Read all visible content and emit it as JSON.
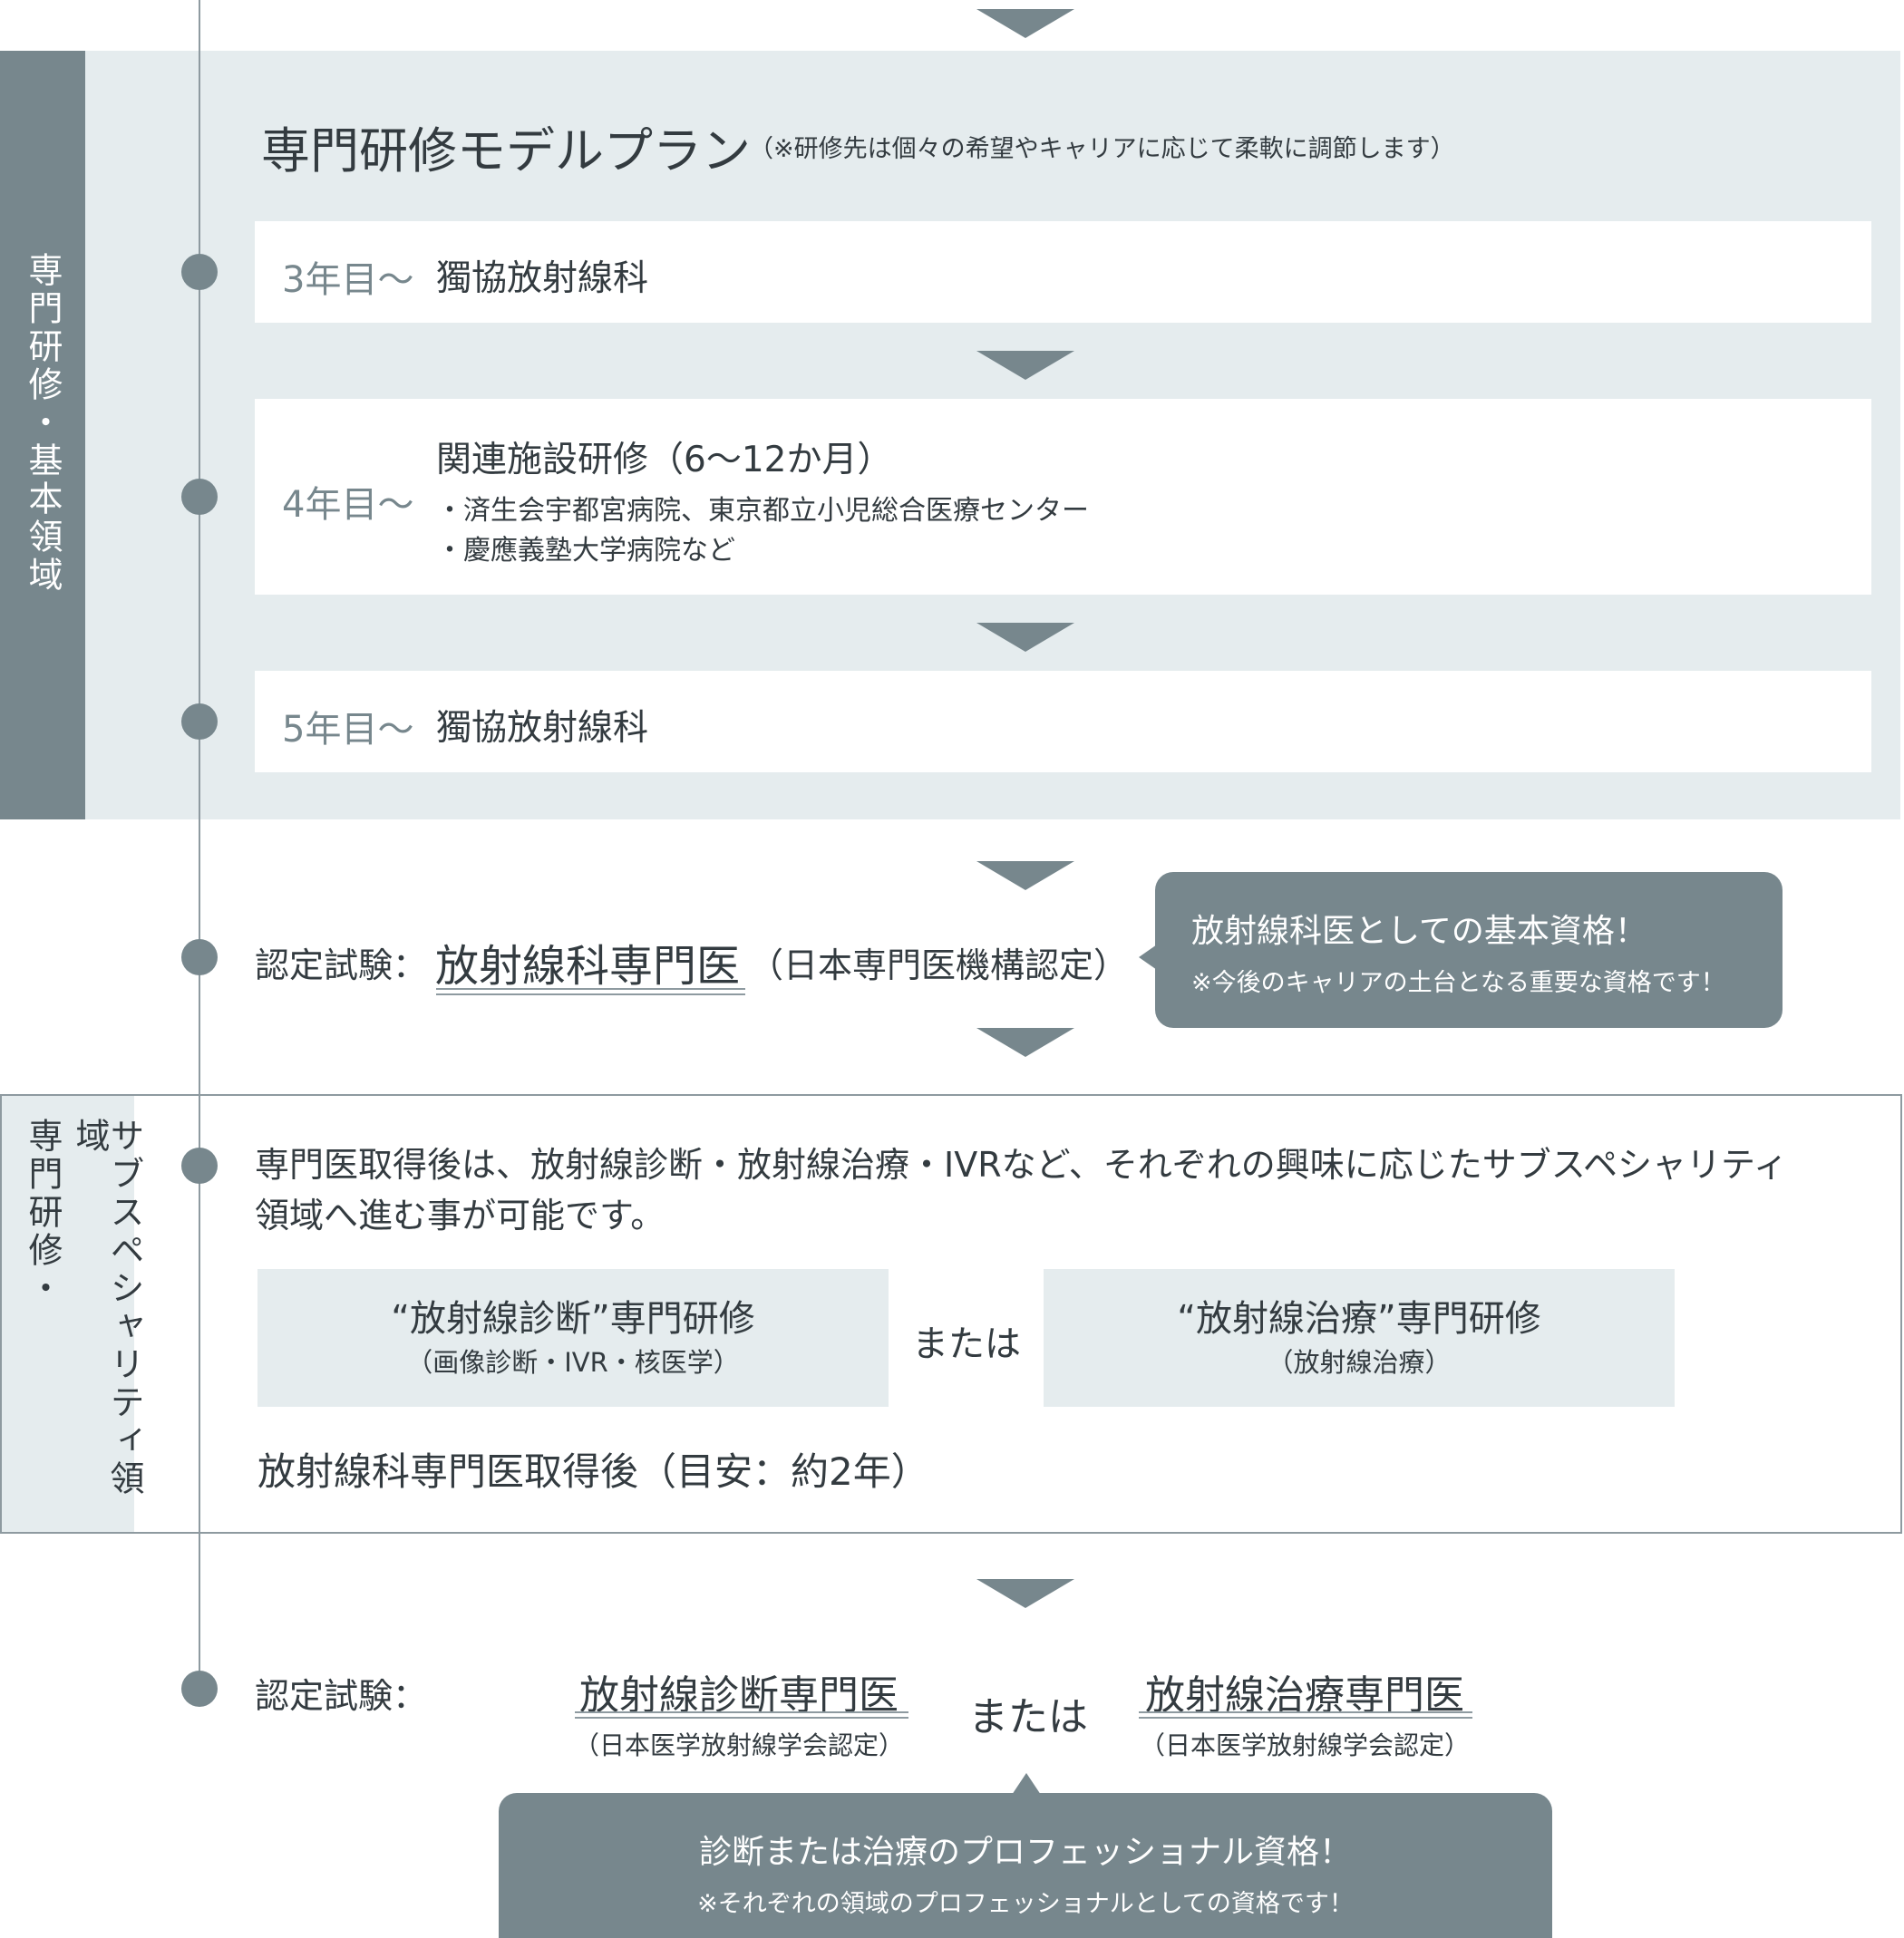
{
  "section_basic": {
    "side_label": "専門研修・基本領域",
    "title": "専門研修モデルプラン",
    "title_note": "（※研修先は個々の希望やキャリアに応じて柔軟に調節します）",
    "steps": [
      {
        "year": "3年目〜",
        "place": "獨協放射線科"
      },
      {
        "year": "4年目〜",
        "place": "関連施設研修（6〜12か月）",
        "details": [
          "・済生会宇都宮病院、東京都立小児総合医療センター",
          "・慶應義塾大学病院など"
        ]
      },
      {
        "year": "5年目〜",
        "place": "獨協放射線科"
      }
    ]
  },
  "exam1": {
    "label": "認定試験：",
    "certification": "放射線科専門医",
    "authority": "（日本専門医機構認定）",
    "bubble_main": "放射線科医としての基本資格！",
    "bubble_note": "※今後のキャリアの土台となる重要な資格です！"
  },
  "section_sub": {
    "side_label_1": "専門研修・",
    "side_label_2": "サブスペシャリティ領域",
    "description_line1": "専門医取得後は、放射線診断・放射線治療・IVRなど、それぞれの興味に応じたサブスペシャリティ",
    "description_line2": "領域へ進む事が可能です。",
    "option1_title": "“放射線診断”専門研修",
    "option1_sub": "（画像診断・IVR・核医学）",
    "or_label": "または",
    "option2_title": "“放射線治療”専門研修",
    "option2_sub": "（放射線治療）",
    "period": "放射線科専門医取得後（目安：約2年）"
  },
  "exam2": {
    "label": "認定試験：",
    "cert1": "放射線診断専門医",
    "cert1_sub": "（日本医学放射線学会認定）",
    "or_label": "または",
    "cert2": "放射線治療専門医",
    "cert2_sub": "（日本医学放射線学会認定）",
    "bubble_main": "診断または治療のプロフェッショナル資格！",
    "bubble_note": "※それぞれの領域のプロフェッショナルとしての資格です！"
  },
  "colors": {
    "accent": "#77878d",
    "light_bg": "#e5ecee",
    "text": "#333b40"
  }
}
